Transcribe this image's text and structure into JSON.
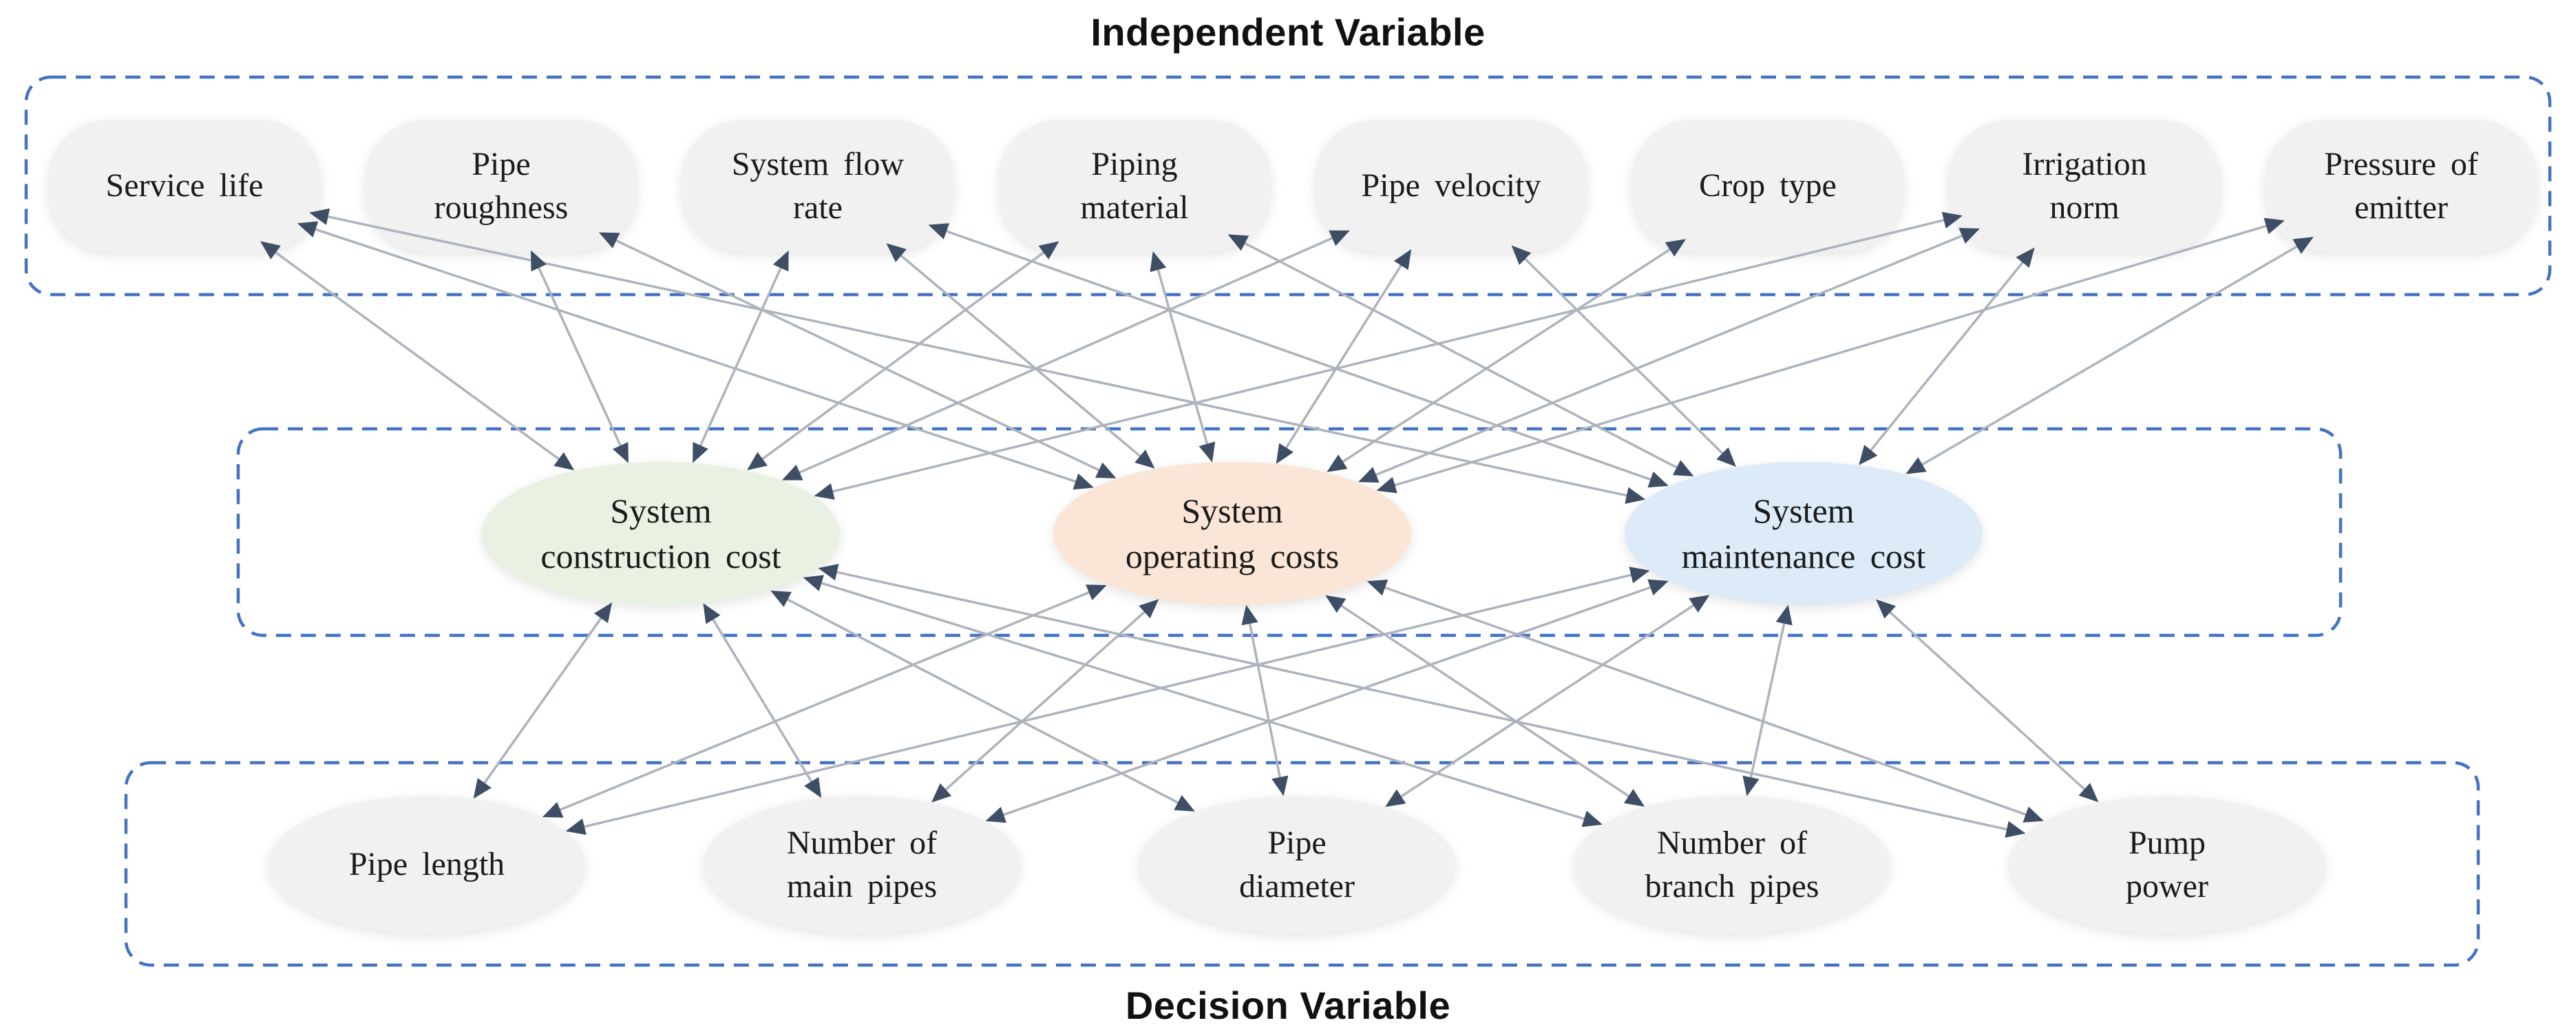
{
  "titles": {
    "independent": "Independent Variable",
    "decision": "Decision Variable"
  },
  "independent_variables": [
    {
      "id": "service-life",
      "label": "Service life"
    },
    {
      "id": "pipe-roughness",
      "label": "Pipe\nroughness"
    },
    {
      "id": "system-flow-rate",
      "label": "System flow\nrate"
    },
    {
      "id": "piping-material",
      "label": "Piping\nmaterial"
    },
    {
      "id": "pipe-velocity",
      "label": "Pipe velocity"
    },
    {
      "id": "crop-type",
      "label": "Crop type"
    },
    {
      "id": "irrigation-norm",
      "label": "Irrigation\nnorm"
    },
    {
      "id": "pressure-of-emitter",
      "label": "Pressure of\nemitter"
    }
  ],
  "cost_nodes": [
    {
      "id": "system-construction-cost",
      "label": "System\nconstruction cost",
      "fill": "#e8f1e2"
    },
    {
      "id": "system-operating-costs",
      "label": "System\noperating costs",
      "fill": "#fbe5d6"
    },
    {
      "id": "system-maintenance-cost",
      "label": "System\nmaintenance cost",
      "fill": "#dcebf7"
    }
  ],
  "decision_variables": [
    {
      "id": "pipe-length",
      "label": "Pipe length"
    },
    {
      "id": "number-of-main-pipes",
      "label": "Number of\nmain pipes"
    },
    {
      "id": "pipe-diameter",
      "label": "Pipe\ndiameter"
    },
    {
      "id": "number-of-branch-pipes",
      "label": "Number of\nbranch pipes"
    },
    {
      "id": "pump-power",
      "label": "Pump\npower"
    }
  ],
  "edges": [
    [
      "service-life",
      "system-construction-cost"
    ],
    [
      "service-life",
      "system-operating-costs"
    ],
    [
      "service-life",
      "system-maintenance-cost"
    ],
    [
      "pipe-roughness",
      "system-construction-cost"
    ],
    [
      "pipe-roughness",
      "system-operating-costs"
    ],
    [
      "system-flow-rate",
      "system-construction-cost"
    ],
    [
      "system-flow-rate",
      "system-operating-costs"
    ],
    [
      "system-flow-rate",
      "system-maintenance-cost"
    ],
    [
      "piping-material",
      "system-construction-cost"
    ],
    [
      "piping-material",
      "system-operating-costs"
    ],
    [
      "piping-material",
      "system-maintenance-cost"
    ],
    [
      "pipe-velocity",
      "system-construction-cost"
    ],
    [
      "pipe-velocity",
      "system-operating-costs"
    ],
    [
      "pipe-velocity",
      "system-maintenance-cost"
    ],
    [
      "crop-type",
      "system-operating-costs"
    ],
    [
      "irrigation-norm",
      "system-construction-cost"
    ],
    [
      "irrigation-norm",
      "system-operating-costs"
    ],
    [
      "irrigation-norm",
      "system-maintenance-cost"
    ],
    [
      "pressure-of-emitter",
      "system-operating-costs"
    ],
    [
      "pressure-of-emitter",
      "system-maintenance-cost"
    ],
    [
      "pipe-length",
      "system-construction-cost"
    ],
    [
      "pipe-length",
      "system-operating-costs"
    ],
    [
      "pipe-length",
      "system-maintenance-cost"
    ],
    [
      "number-of-main-pipes",
      "system-construction-cost"
    ],
    [
      "number-of-main-pipes",
      "system-operating-costs"
    ],
    [
      "number-of-main-pipes",
      "system-maintenance-cost"
    ],
    [
      "pipe-diameter",
      "system-construction-cost"
    ],
    [
      "pipe-diameter",
      "system-operating-costs"
    ],
    [
      "pipe-diameter",
      "system-maintenance-cost"
    ],
    [
      "number-of-branch-pipes",
      "system-construction-cost"
    ],
    [
      "number-of-branch-pipes",
      "system-operating-costs"
    ],
    [
      "number-of-branch-pipes",
      "system-maintenance-cost"
    ],
    [
      "pump-power",
      "system-construction-cost"
    ],
    [
      "pump-power",
      "system-operating-costs"
    ],
    [
      "pump-power",
      "system-maintenance-cost"
    ]
  ],
  "colors": {
    "edge_line": "#adb3bd",
    "arrow_head": "#3d4e65",
    "box_border": "#4472c4",
    "variable_fill": "#f1f1f1",
    "background": "#ffffff"
  }
}
